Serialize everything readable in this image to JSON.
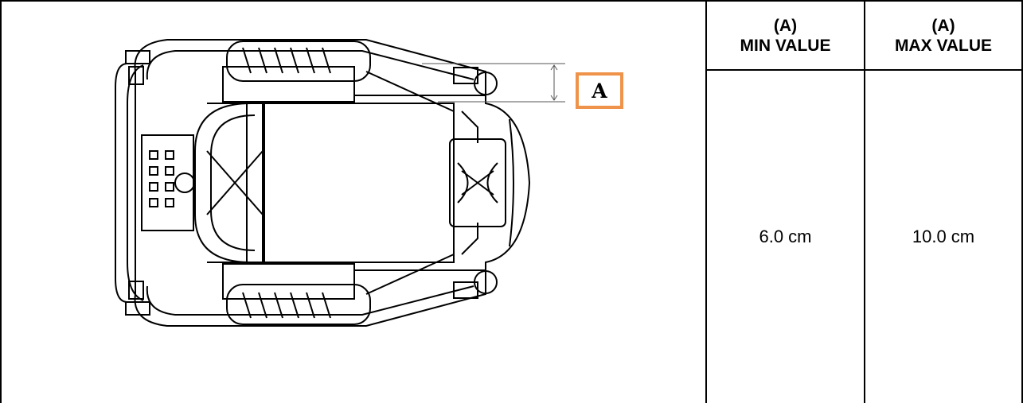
{
  "table": {
    "header_min_line1": "(A)",
    "header_min_line2": "MIN VALUE",
    "header_max_line1": "(A)",
    "header_max_line2": "MAX VALUE",
    "min_value": "6.0 cm",
    "max_value": "10.0 cm"
  },
  "drawing": {
    "dimension_label": "A",
    "accent_color": "#f0934a"
  }
}
